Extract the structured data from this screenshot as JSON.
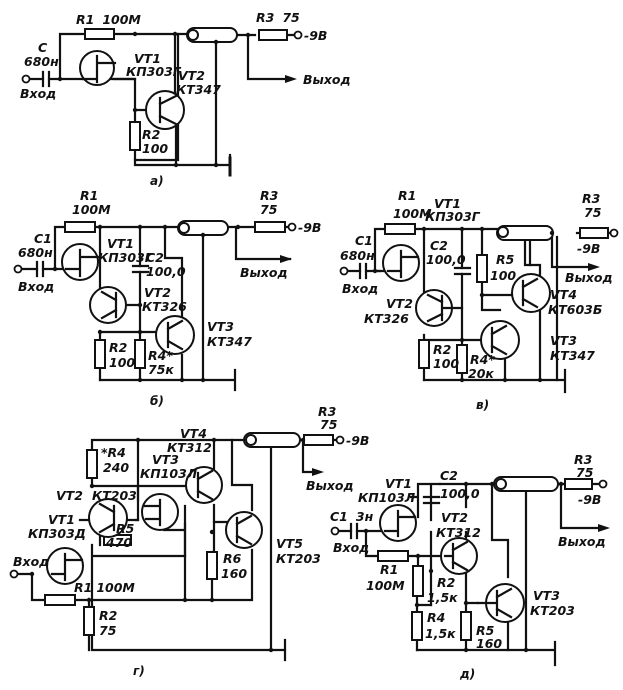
{
  "figure": {
    "circuits": [
      {
        "id": "a",
        "caption": "а)",
        "input_label": "Вход",
        "output_label": "Выход",
        "supply_label": "-9В",
        "components": {
          "C": {
            "name": "C",
            "value": "680н"
          },
          "R1": {
            "name": "R1",
            "value": "100М"
          },
          "R2": {
            "name": "R2",
            "value": "100"
          },
          "R3": {
            "name": "R3",
            "value": "75"
          },
          "VT1": {
            "name": "VT1",
            "type": "КП303Г"
          },
          "VT2": {
            "name": "VT2",
            "type": "КТ347"
          }
        }
      },
      {
        "id": "b",
        "caption": "б)",
        "input_label": "Вход",
        "output_label": "Выход",
        "supply_label": "-9В",
        "components": {
          "C1": {
            "name": "C1",
            "value": "680н"
          },
          "C2": {
            "name": "C2",
            "value": "100,0"
          },
          "R1": {
            "name": "R1",
            "value": "100М"
          },
          "R2": {
            "name": "R2",
            "value": "100"
          },
          "R3": {
            "name": "R3",
            "value": "75"
          },
          "R4": {
            "name": "R4*",
            "value": "75к"
          },
          "VT1": {
            "name": "VT1",
            "type": "КП303Г"
          },
          "VT2": {
            "name": "VT2",
            "type": "КТ326"
          },
          "VT3": {
            "name": "VT3",
            "type": "КТ347"
          }
        }
      },
      {
        "id": "v",
        "caption": "в)",
        "input_label": "Вход",
        "output_label": "Выход",
        "supply_label": "-9В",
        "components": {
          "C1": {
            "name": "C1",
            "value": "680н"
          },
          "C2": {
            "name": "C2",
            "value": "100,0"
          },
          "R1": {
            "name": "R1",
            "value": "100М"
          },
          "R2": {
            "name": "R2",
            "value": "100"
          },
          "R3": {
            "name": "R3",
            "value": "75"
          },
          "R4": {
            "name": "R4*",
            "value": "20к"
          },
          "R5": {
            "name": "R5",
            "value": "100"
          },
          "VT1": {
            "name": "VT1",
            "type": "КП303Г"
          },
          "VT2": {
            "name": "VT2",
            "type": "КТ326"
          },
          "VT3": {
            "name": "VT3",
            "type": "КТ347"
          },
          "VT4": {
            "name": "VT4",
            "type": "КТ603Б"
          }
        }
      },
      {
        "id": "g",
        "caption": "г)",
        "input_label": "Вход",
        "output_label": "Выход",
        "supply_label": "-9В",
        "components": {
          "R1": {
            "name": "R1",
            "value": "100М"
          },
          "R2": {
            "name": "R2",
            "value": "75"
          },
          "R3": {
            "name": "R3",
            "value": "75"
          },
          "R4": {
            "name": "*R4",
            "value": "240"
          },
          "R5": {
            "name": "R5",
            "value": "470"
          },
          "R6": {
            "name": "R6",
            "value": "160"
          },
          "VT1": {
            "name": "VT1",
            "type": "КП303Д"
          },
          "VT2": {
            "name": "VT2",
            "type": "КТ203"
          },
          "VT3": {
            "name": "VT3",
            "type": "КП103Л"
          },
          "VT4": {
            "name": "VT4",
            "type": "КТ312"
          },
          "VT5": {
            "name": "VT5",
            "type": "КТ203"
          }
        }
      },
      {
        "id": "d",
        "caption": "д)",
        "input_label": "Вход",
        "output_label": "Выход",
        "supply_label": "-9В",
        "components": {
          "C1": {
            "name": "C1",
            "value": "3н"
          },
          "C2": {
            "name": "C2",
            "value": "100,0"
          },
          "R1": {
            "name": "R1",
            "value": "100М"
          },
          "R2": {
            "name": "R2",
            "value": "1,5к"
          },
          "R3": {
            "name": "R3",
            "value": "75"
          },
          "R4": {
            "name": "R4",
            "value": "1,5к"
          },
          "R5": {
            "name": "R5",
            "value": "160"
          },
          "VT1": {
            "name": "VT1",
            "type": "КП103Л"
          },
          "VT2": {
            "name": "VT2",
            "type": "КТ312"
          },
          "VT3": {
            "name": "VT3",
            "type": "КТ203"
          }
        }
      }
    ]
  }
}
